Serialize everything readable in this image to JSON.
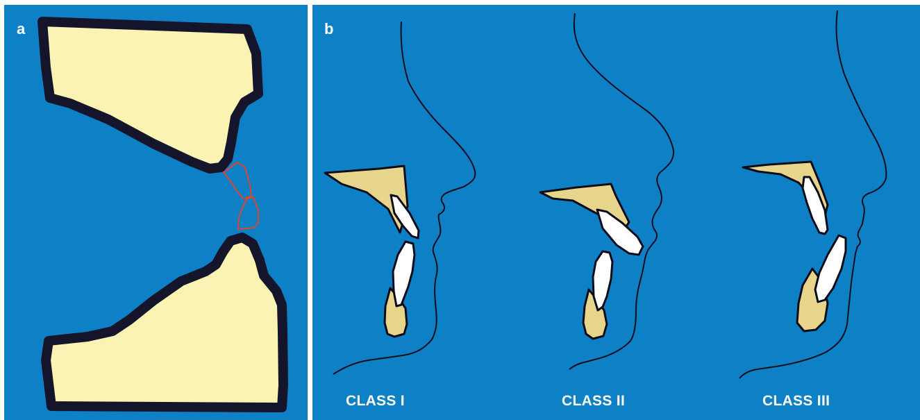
{
  "figure": {
    "panel_a": {
      "letter": "a"
    },
    "panel_b": {
      "letter": "b",
      "labels": [
        "CLASS I",
        "CLASS II",
        "CLASS III"
      ]
    }
  },
  "colors": {
    "background": "#0e81c6",
    "bone_fill": "#faf3b4",
    "bone_outline": "#14142a",
    "bone_fill_b": "#e6d58a",
    "tooth": "#ffffff",
    "tooth_outline_a": "#d9462e",
    "profile_line": "#0b0b1a"
  }
}
